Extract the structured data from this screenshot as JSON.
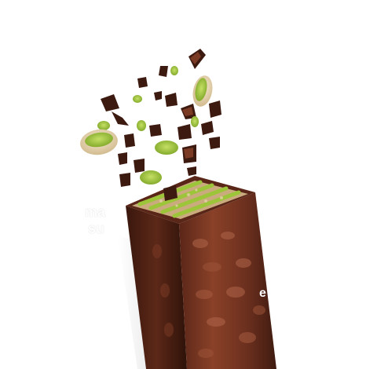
{
  "image": {
    "subject": "chocolate-covered-pistachio-wafer-bar",
    "background": "#ffffff",
    "colors": {
      "chocolate_dark": "#3d1a10",
      "chocolate_mid": "#6e3222",
      "chocolate_light": "#a15a3c",
      "pistachio_green": "#9cc53a",
      "pistachio_shell": "#e8d8b2",
      "wafer_beige": "#c9ab7e"
    }
  },
  "captions": {
    "left_line1": "ma",
    "left_line2": "su",
    "right_line1": "e"
  }
}
